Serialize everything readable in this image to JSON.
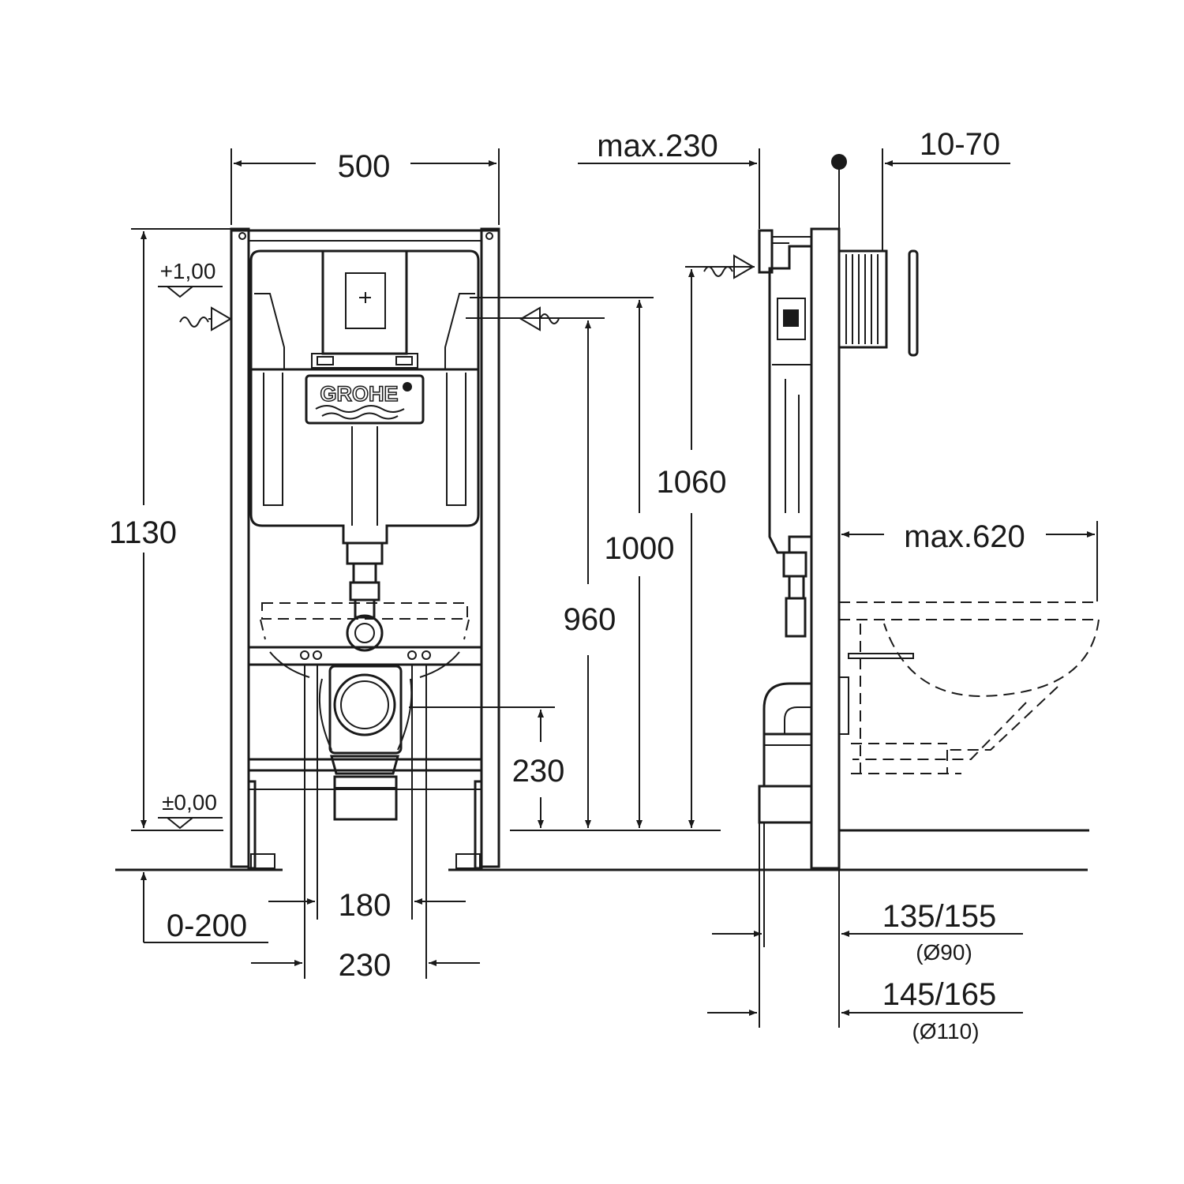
{
  "brand": {
    "logo_text": "GROHE"
  },
  "dimensions": {
    "width": "500",
    "height_total": "1130",
    "height_1060": "1060",
    "height_1000": "1000",
    "height_960": "960",
    "outlet_height": "230",
    "floor_range": "0-200",
    "bolt_spacing_inner": "180",
    "bolt_spacing_outer": "230",
    "max_230": "max.230",
    "plate_depth": "10-70",
    "max_620": "max.620",
    "depth_90": "135/155",
    "depth_90_note": "(Ø90)",
    "depth_110": "145/165",
    "depth_110_note": "(Ø110)"
  },
  "levels": {
    "plus": "+1,00",
    "zero": "±0,00"
  },
  "colors": {
    "line": "#1a1a1a",
    "background": "#ffffff"
  }
}
